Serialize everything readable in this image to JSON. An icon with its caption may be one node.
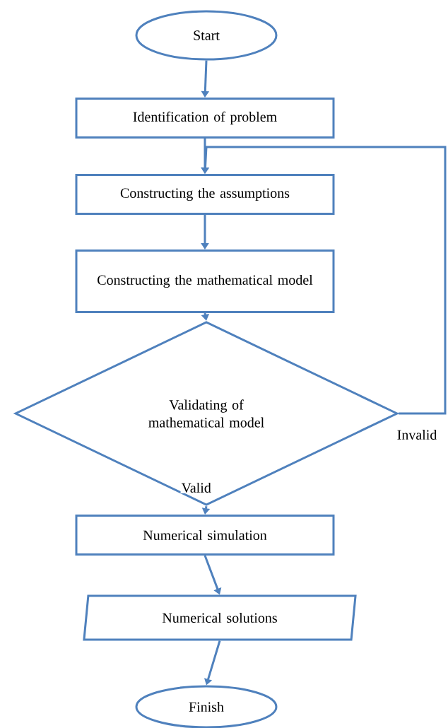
{
  "diagram": {
    "nodes": [
      {
        "text": [
          "Start"
        ]
      },
      {
        "text": [
          "Identification of problem"
        ]
      },
      {
        "text": [
          "Constructing the assumptions"
        ]
      },
      {
        "text": [
          "Constructing the mathematical model"
        ]
      },
      {
        "text": [
          "Validating of mathematical model"
        ]
      },
      {
        "text": [
          "Numerical simulation"
        ]
      },
      {
        "text": [
          "Numerical solutions"
        ]
      },
      {
        "text": [
          "Finish"
        ]
      }
    ],
    "edges": [
      {
        "from": 0,
        "to": 1,
        "arrow": "to"
      },
      {
        "from": 1,
        "to": 2,
        "arrow": "to"
      },
      {
        "from": 2,
        "to": 3,
        "arrow": "to"
      },
      {
        "from": 3,
        "to": 4,
        "arrow": "to"
      },
      {
        "from": 4,
        "to": 5,
        "arrow": "to",
        "label": "Valid"
      },
      {
        "from": 5,
        "to": 6,
        "arrow": "to"
      },
      {
        "from": 6,
        "to": 7,
        "arrow": "to"
      },
      {
        "from": 4,
        "to": 2,
        "arrow": "to",
        "label": "Invalid"
      }
    ]
  }
}
